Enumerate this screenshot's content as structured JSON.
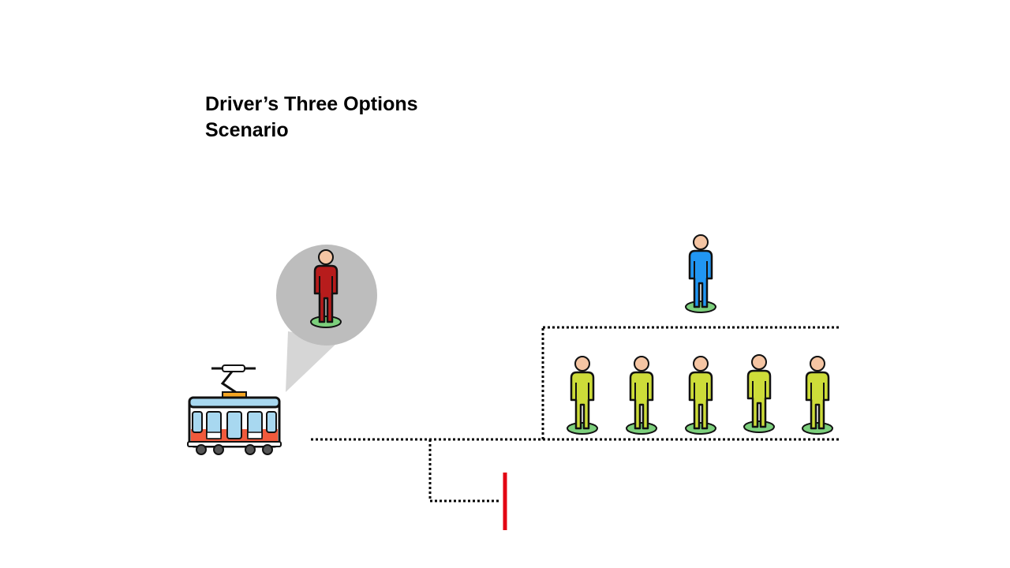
{
  "title": {
    "line1": "Driver’s Three Options",
    "line2": "Scenario"
  },
  "colors": {
    "track": "#000000",
    "barrier": "#e30613",
    "driver_suit": "#b71c1c",
    "lone_person_suit": "#2196f3",
    "group_suit": "#cddc39",
    "skin": "#f5c5a3",
    "ground": "#7ccf7c",
    "thought_bubble": "#bdbdbd",
    "tram_body": "#ffffff",
    "tram_stripe": "#f15a3c",
    "tram_window": "#a8d8f0"
  },
  "figures": {
    "driver_icon": "person-icon",
    "lone_person_icon": "person-icon",
    "group_icon": "person-icon",
    "vehicle_icon": "tram-icon"
  },
  "group_count": 5
}
